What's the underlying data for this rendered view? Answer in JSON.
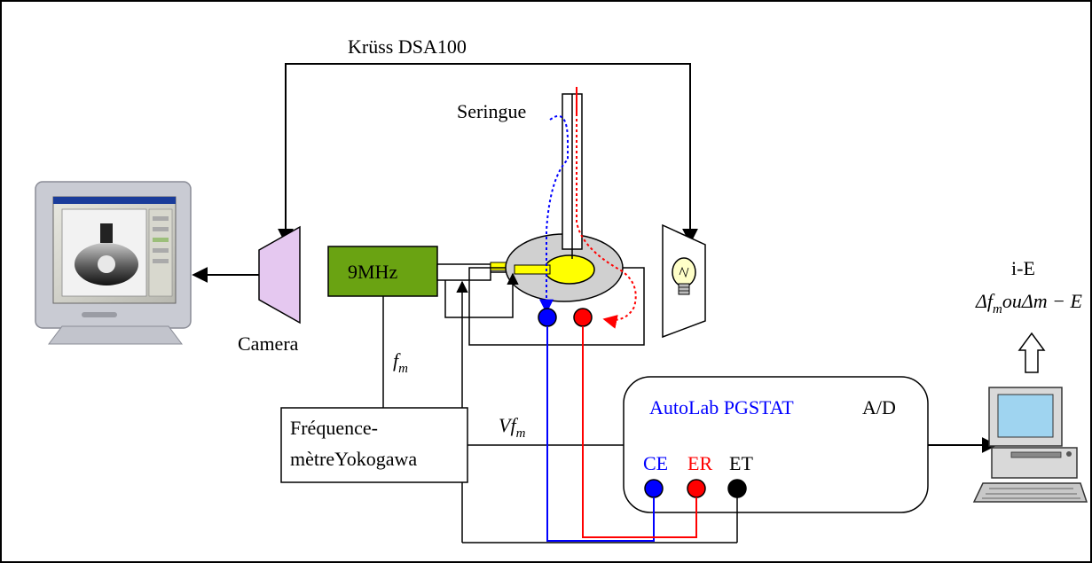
{
  "labels": {
    "kruss": "Krüss DSA100",
    "seringue": "Seringue",
    "camera": "Camera",
    "osc": "9MHz",
    "freq_line1": "Fréquence-",
    "freq_line2": "mètreYokogawa",
    "autolab": "AutoLab PGSTAT",
    "ad": "A/D",
    "ce": "CE",
    "er": "ER",
    "et": "ET",
    "ie": "i-E",
    "delta_f": "Δf",
    "delta_f_sub": "m",
    "delta_rest": "ouΔm − E",
    "fm_f": "f",
    "fm_sub": "m",
    "vfm_v": "Vf",
    "vfm_sub": "m"
  },
  "colors": {
    "ce": "#0000ff",
    "er": "#ff0000",
    "et": "#000000",
    "autolab_text": "#0000ff",
    "oscillator": "#6aa312",
    "camera_body": "#e5c8f0",
    "cell_plate": "#d0d0d0",
    "drop": "#ffff00"
  },
  "icons": [
    "monitor-icon",
    "light-bulb-icon",
    "computer-icon",
    "arrow-up-icon"
  ]
}
